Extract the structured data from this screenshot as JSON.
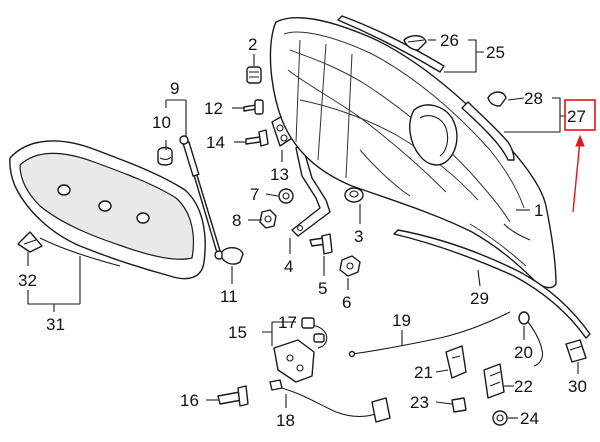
{
  "diagram": {
    "callouts": {
      "c1": "1",
      "c2": "2",
      "c3": "3",
      "c4": "4",
      "c5": "5",
      "c6": "6",
      "c7": "7",
      "c8": "8",
      "c9": "9",
      "c10": "10",
      "c11": "11",
      "c12": "12",
      "c13": "13",
      "c14": "14",
      "c15": "15",
      "c16": "16",
      "c17": "17",
      "c18": "18",
      "c19": "19",
      "c20": "20",
      "c21": "21",
      "c22": "22",
      "c23": "23",
      "c24": "24",
      "c25": "25",
      "c26": "26",
      "c27": "27",
      "c28": "28",
      "c29": "29",
      "c30": "30",
      "c31": "31",
      "c32": "32"
    },
    "highlight_color": "#e3161b",
    "line_color": "#1a1a1a"
  }
}
